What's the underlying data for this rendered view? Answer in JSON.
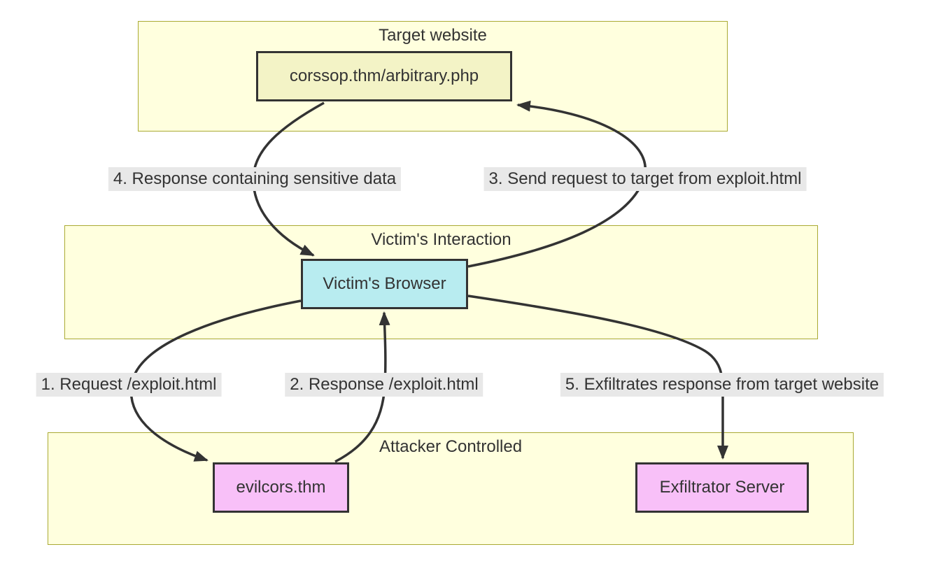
{
  "diagram_type": "flowchart",
  "containers": {
    "target": {
      "title": "Target website"
    },
    "victim": {
      "title": "Victim's Interaction"
    },
    "attacker": {
      "title": "Attacker Controlled"
    }
  },
  "nodes": {
    "corssop": {
      "label": "corssop.thm/arbitrary.php",
      "fill": "#f3f3c6"
    },
    "browser": {
      "label": "Victim's Browser",
      "fill": "#b8ecf0"
    },
    "evilcors": {
      "label": "evilcors.thm",
      "fill": "#f8c0f8"
    },
    "exfiltrator": {
      "label": "Exfiltrator Server",
      "fill": "#f8c0f8"
    }
  },
  "edges": {
    "e1": {
      "label": "1. Request /exploit.html",
      "from": "Victim's Browser",
      "to": "evilcors.thm"
    },
    "e2": {
      "label": "2. Response /exploit.html",
      "from": "evilcors.thm",
      "to": "Victim's Browser"
    },
    "e3": {
      "label": "3. Send request to target from exploit.html",
      "from": "Victim's Browser",
      "to": "corssop.thm/arbitrary.php"
    },
    "e4": {
      "label": "4. Response containing sensitive data",
      "from": "corssop.thm/arbitrary.php",
      "to": "Victim's Browser"
    },
    "e5": {
      "label": "5. Exfiltrates response from target website",
      "from": "Victim's Browser",
      "to": "Exfiltrator Server"
    }
  },
  "colors": {
    "background": "#ffffff",
    "container_fill": "#ffffde",
    "container_border": "#aaaa33",
    "node_border": "#333333",
    "edge_stroke": "#333333",
    "edge_label_bg": "#e8e8e8",
    "text": "#333333"
  }
}
